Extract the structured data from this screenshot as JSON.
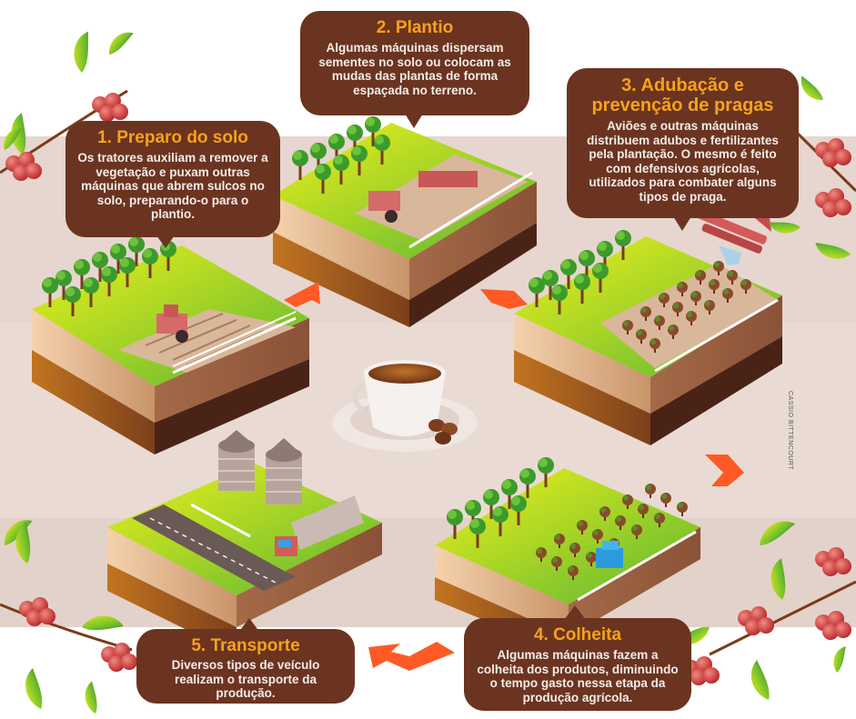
{
  "colors": {
    "box_bg": "#6b3420",
    "title": "#f7a21b",
    "arrow": "#ff5a26",
    "band": "#e6d6cf",
    "grass_light": "#e4ef1a",
    "grass_dark": "#4faa3a",
    "soil_light": "#f1c9a3",
    "soil_dark": "#5c2c1a"
  },
  "steps": [
    {
      "number": "1",
      "title": "1. Preparo do solo",
      "text": "Os tratores auxiliam a remover a vegetação e puxam outras máquinas que abrem sulcos no solo, preparando-o para o plantio.",
      "scene": "tractor-plowing-field"
    },
    {
      "number": "2",
      "title": "2. Plantio",
      "text": "Algumas máquinas dispersam sementes no solo ou colocam as mudas das plantas de forma espaçada no terreno.",
      "scene": "tractor-with-seeder"
    },
    {
      "number": "3",
      "title": "3. Adubação e prevenção de pragas",
      "text": "Aviões e outras máquinas distribuem adubos e fertilizantes pela plantação. O mesmo é feito com defensivos agrícolas, utilizados para combater alguns tipos de praga.",
      "scene": "crop-duster-plane"
    },
    {
      "number": "4",
      "title": "4. Colheita",
      "text": "Algumas máquinas fazem a colheita dos produtos, diminuindo o tempo gasto nessa etapa da produção agrícola.",
      "scene": "harvester-machine"
    },
    {
      "number": "5",
      "title": "5. Transporte",
      "text": "Diversos tipos de veículo realizam o transporte da produção.",
      "scene": "silos-road-truck"
    }
  ],
  "center": {
    "icon": "coffee-cup-icon"
  },
  "credit": "CASSIO BITTENCOURT"
}
